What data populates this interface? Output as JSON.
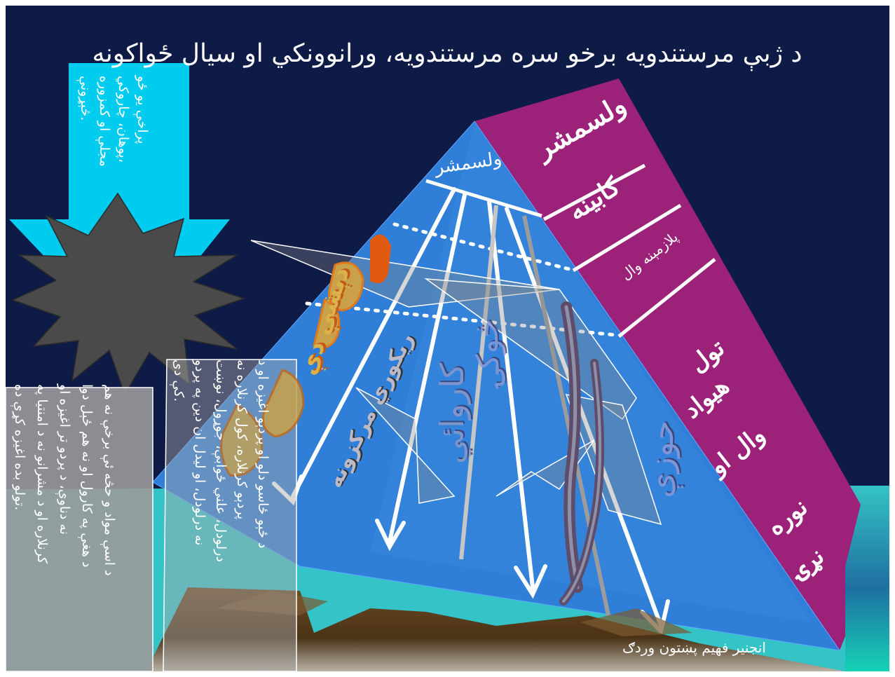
{
  "title": "د ژبې مرستندویه برخو سره مرستندویه، ورانوونکي او سیال ځواکونه",
  "pyramid_bands": {
    "parliament": "ولسمشر",
    "cabinet": "کابینه",
    "loya_jirga": "پلازمېنه وال",
    "people": [
      "تول",
      "هیواد",
      "وال او",
      "نوره",
      "نړۍ"
    ]
  },
  "pyramid_apex_label": "ولسمشر",
  "arrow_labels": {
    "left": "ریکوري مرکزونه",
    "center_left": "کاروائي",
    "center": "څوکۍ",
    "right": "حوزې"
  },
  "center_3d_label": "دېشې دې",
  "downward_arrow_text": [
    "پراخې یو ځو",
    "پوهان، چاروکي،",
    "مجلې او کمزوره",
    "څېړونې."
  ],
  "left_panel_text": [
    "د اسې مواد و حڅه ئې برخې نه هم",
    "د هغې په کارول او نه هم ځېل دوا",
    "نه دناوې، د پردو تر اغیزه او",
    "کرنلاره او د مشرانو نه د امنتیا په",
    "تولو بده اغیزه کړې ده."
  ],
  "right_panel_text": [
    "د ځېو ځاسو دلو او پردېو اغیزه او د",
    "پردېو کرنلاره، کول کرنلاره نه",
    "درلودل، علني ځوابې، جوړول، نوښت",
    "نه درلودل، او لیدل ان دين په پردو",
    "کې دی."
  ],
  "credit": "انجنیر فهیم پښتون وردګ",
  "colors": {
    "background": "#0f1b47",
    "pyramid": "#2f7ed8",
    "band": "#9c2279",
    "cyan_arrow": "#00ccf0",
    "teal_ground": "#34c4c8",
    "mountain": "#5a3d1c",
    "burst": "#4a4a4a"
  }
}
